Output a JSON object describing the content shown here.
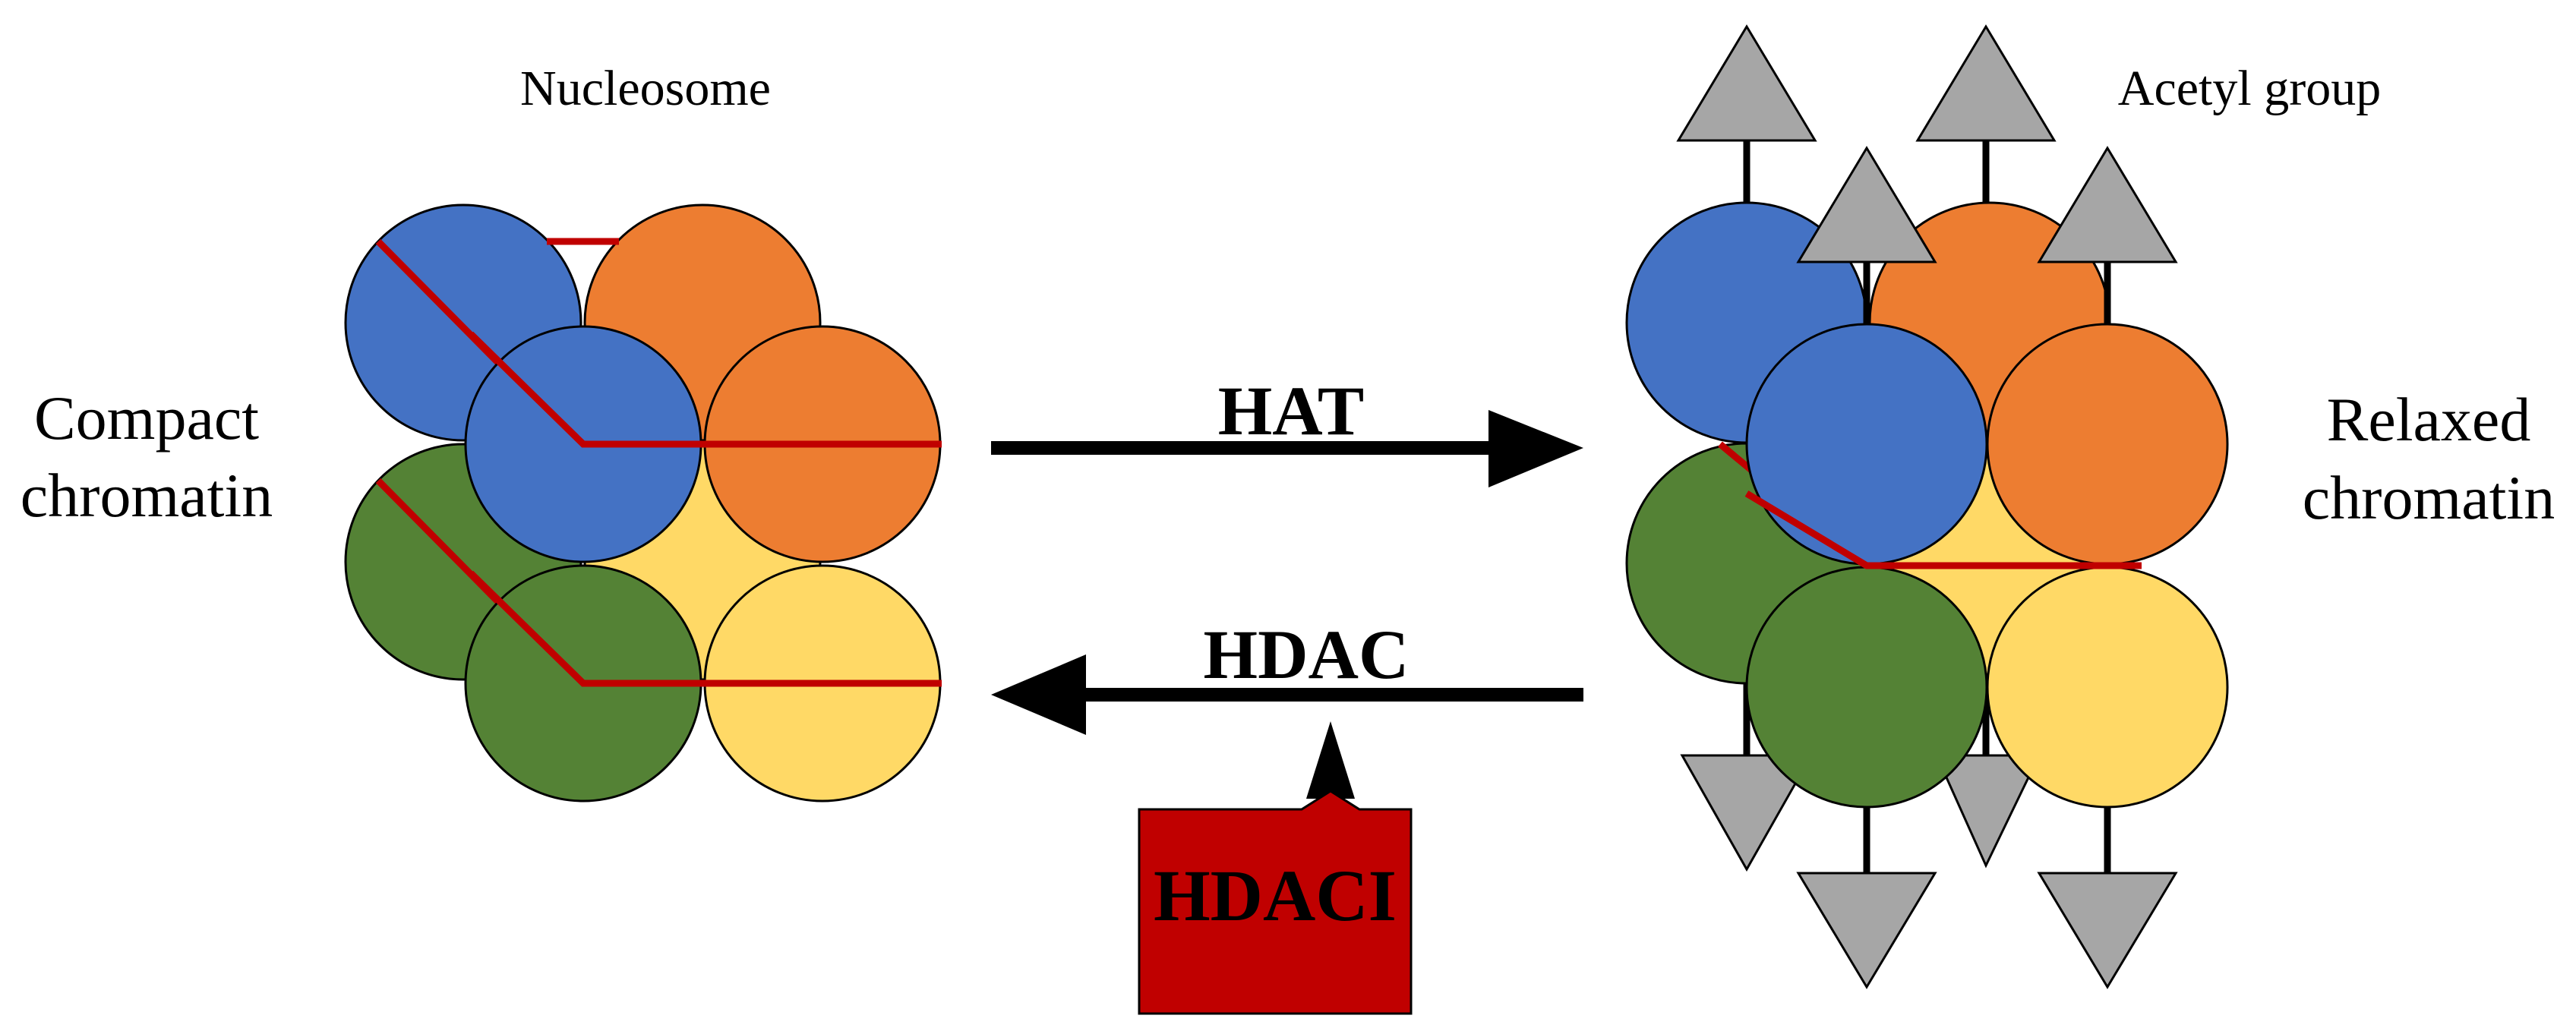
{
  "labels": {
    "nucleosome": "Nucleosome",
    "acetyl_group": "Acetyl group",
    "compact_line1": "Compact",
    "compact_line2": "chromatin",
    "relaxed_line1": "Relaxed",
    "relaxed_line2": "chromatin",
    "hat": "HAT",
    "hdac": "HDAC",
    "hdaci": "HDACI"
  },
  "colors": {
    "histone_blue": "#4472C4",
    "histone_orange": "#ED7D31",
    "histone_green": "#548235",
    "histone_yellow": "#FFD966",
    "dna_red": "#C00000",
    "inhibitor_box": "#C00000",
    "acetyl_gray": "#A6A6A6",
    "arrow": "#000000"
  }
}
